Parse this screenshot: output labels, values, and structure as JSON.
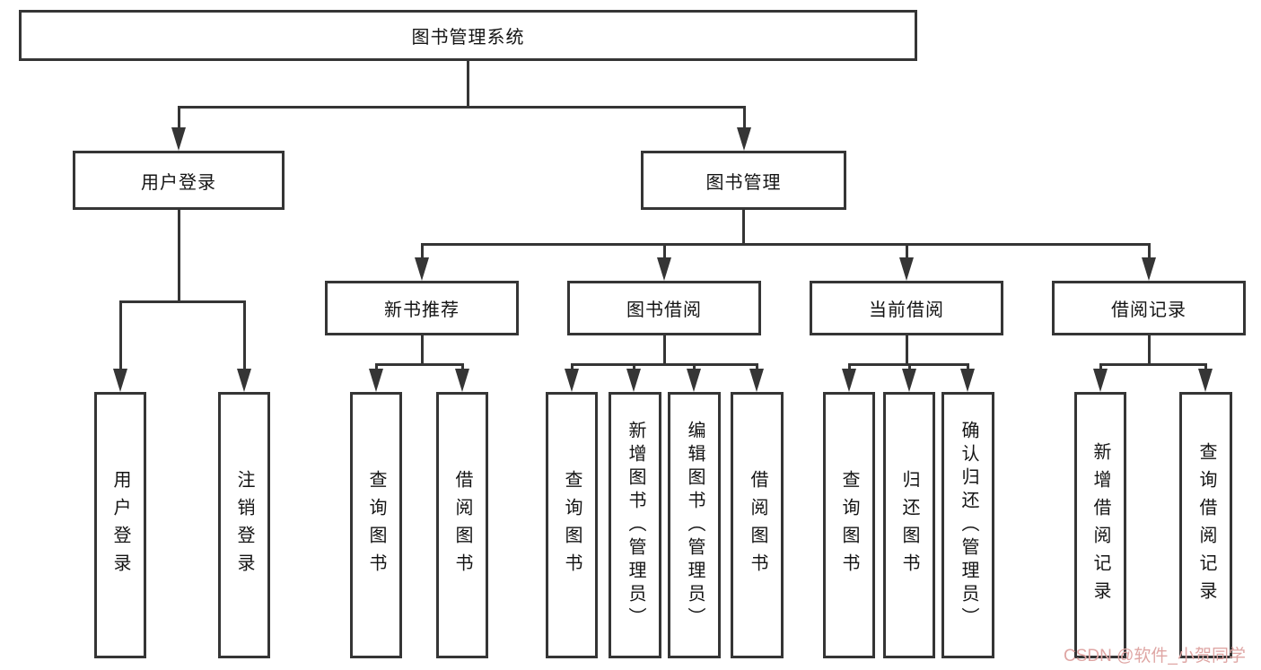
{
  "diagram": {
    "nodes": {
      "root": "图书管理系统",
      "user_login": "用户登录",
      "book_mgmt": "图书管理",
      "new_book": "新书推荐",
      "book_borrow": "图书借阅",
      "current_borrow": "当前借阅",
      "borrow_records": "借阅记录",
      "leaf_user_login": "用户登录",
      "leaf_logout": "注销登录",
      "leaf_nb_query": "查询图书",
      "leaf_nb_borrow": "借阅图书",
      "leaf_bb_query": "查询图书",
      "leaf_bb_add": "新增图书（管理员）",
      "leaf_bb_edit": "编辑图书（管理员）",
      "leaf_bb_borrow": "借阅图书",
      "leaf_cb_query": "查询图书",
      "leaf_cb_return": "归还图书",
      "leaf_cb_confirm": "确认归还（管理员）",
      "leaf_br_add": "新增借阅记录",
      "leaf_br_query": "查询借阅记录"
    },
    "watermark": "CSDN @软件_小贺同学",
    "colors": {
      "line": "#353535",
      "text": "#141414",
      "watermark": "#dfa6a4",
      "background": "#ffffff"
    }
  }
}
